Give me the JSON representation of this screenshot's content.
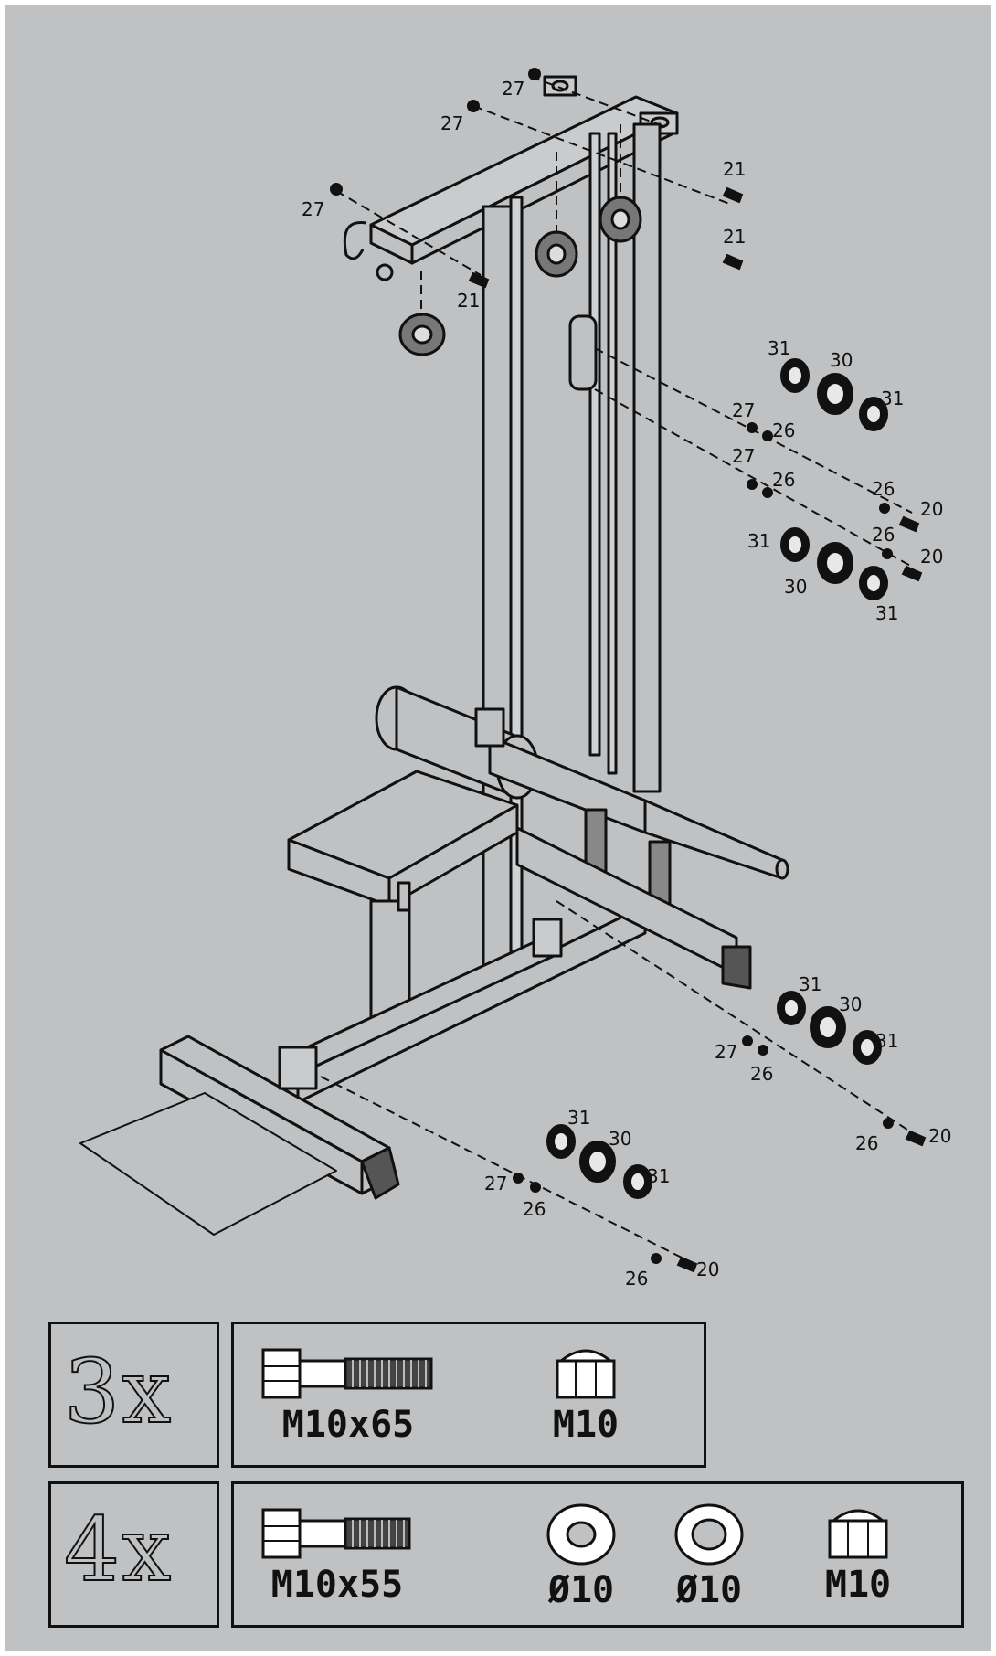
{
  "callouts": [
    "27",
    "27",
    "27",
    "21",
    "21",
    "21",
    "31",
    "30",
    "31",
    "27",
    "26",
    "27",
    "26",
    "26",
    "20",
    "26",
    "20",
    "31",
    "30",
    "31",
    "31",
    "30",
    "31",
    "27",
    "26",
    "26",
    "20",
    "31",
    "30",
    "31",
    "27",
    "26",
    "26",
    "20"
  ],
  "kits": [
    {
      "count": "3x",
      "parts": [
        {
          "label": "M10x65",
          "icon": "bolt-icon"
        },
        {
          "label": "M10",
          "icon": "nut-icon"
        }
      ]
    },
    {
      "count": "4x",
      "parts": [
        {
          "label": "M10x55",
          "icon": "bolt-icon"
        },
        {
          "label": "Ø10",
          "icon": "washer-icon"
        },
        {
          "label": "Ø10",
          "icon": "washer-icon"
        },
        {
          "label": "M10",
          "icon": "nut-icon"
        }
      ]
    }
  ]
}
